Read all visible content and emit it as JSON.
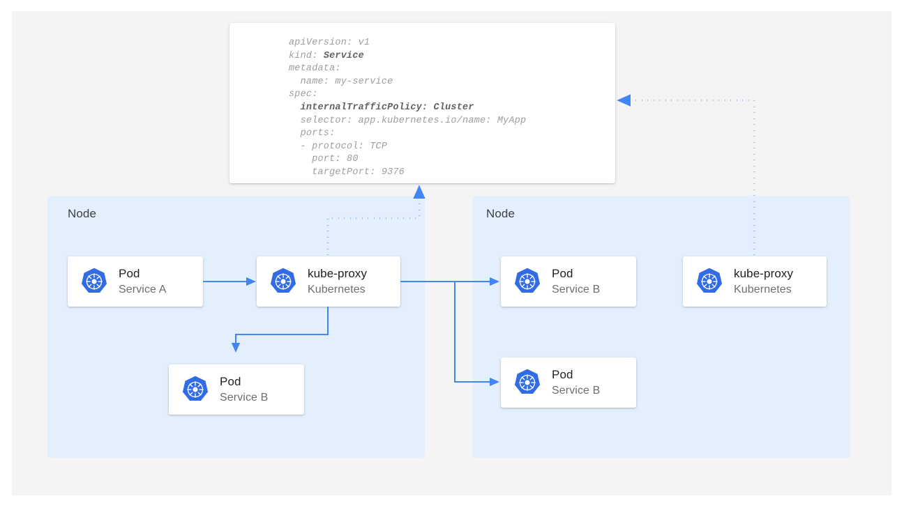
{
  "canvas": {
    "background_color": "#f4f4f4",
    "page_background": "#ffffff"
  },
  "colors": {
    "node_fill": "#e3effc",
    "card_fill": "#ffffff",
    "connector_blue": "#4285f4",
    "k8s_blue": "#326ce5",
    "title_text": "#202124",
    "subtitle_text": "#6e6e6e",
    "node_label_text": "#3c4043",
    "yaml_text": "#9e9e9e",
    "yaml_emphasis_text": "#5f6368"
  },
  "manifest": {
    "panel_name": "service-yaml-manifest",
    "lines": [
      {
        "text": "apiVersion: v1",
        "emphasis": false
      },
      {
        "text": "kind: ",
        "emphasis": false,
        "bold_tail": "Service"
      },
      {
        "text": "metadata:",
        "emphasis": false
      },
      {
        "text": "  name: my-service",
        "emphasis": false
      },
      {
        "text": "spec:",
        "emphasis": false
      },
      {
        "text": "  internalTrafficPolicy: Cluster",
        "emphasis": true
      },
      {
        "text": "  selector: app.kubernetes.io/name: MyApp",
        "emphasis": false
      },
      {
        "text": "  ports:",
        "emphasis": false
      },
      {
        "text": "  - protocol: TCP",
        "emphasis": false
      },
      {
        "text": "    port: 80",
        "emphasis": false
      },
      {
        "text": "    targetPort: 9376",
        "emphasis": false
      }
    ],
    "full_text": "apiVersion: v1\nkind: Service\nmetadata:\n  name: my-service\nspec:\n  internalTrafficPolicy: Cluster\n  selector: app.kubernetes.io/name: MyApp\n  ports:\n  - protocol: TCP\n    port: 80\n    targetPort: 9376",
    "api_version": "v1",
    "kind": "Service",
    "metadata_name": "my-service",
    "internal_traffic_policy": "Cluster",
    "selector": "app.kubernetes.io/name: MyApp",
    "protocol": "TCP",
    "port": "80",
    "target_port": "9376"
  },
  "nodes": [
    {
      "id": "node-left",
      "label": "Node",
      "cards": [
        {
          "id": "pod-service-a",
          "title": "Pod",
          "subtitle": "Service A"
        },
        {
          "id": "kube-proxy-left",
          "title": "kube-proxy",
          "subtitle": "Kubernetes"
        },
        {
          "id": "pod-service-b-left",
          "title": "Pod",
          "subtitle": "Service B"
        }
      ]
    },
    {
      "id": "node-right",
      "label": "Node",
      "cards": [
        {
          "id": "pod-service-b-right-top",
          "title": "Pod",
          "subtitle": "Service B"
        },
        {
          "id": "pod-service-b-right-bottom",
          "title": "Pod",
          "subtitle": "Service B"
        },
        {
          "id": "kube-proxy-right",
          "title": "kube-proxy",
          "subtitle": "Kubernetes"
        }
      ]
    }
  ],
  "icons": {
    "kubernetes": "kubernetes-helm-logo-icon"
  },
  "connectors": [
    {
      "id": "pod-a-to-kube-proxy",
      "style": "solid",
      "from": "pod-service-a",
      "to": "kube-proxy-left"
    },
    {
      "id": "kube-proxy-to-local-pod-b",
      "style": "solid",
      "from": "kube-proxy-left",
      "to": "pod-service-b-left"
    },
    {
      "id": "kube-proxy-to-remote-pod-b-top",
      "style": "solid",
      "from": "kube-proxy-left",
      "to": "pod-service-b-right-top"
    },
    {
      "id": "kube-proxy-to-remote-pod-b-bot",
      "style": "solid",
      "from": "kube-proxy-left",
      "to": "pod-service-b-right-bottom"
    },
    {
      "id": "kube-proxy-left-to-manifest",
      "style": "dotted",
      "from": "kube-proxy-left",
      "to": "service-yaml-manifest"
    },
    {
      "id": "kube-proxy-right-to-manifest",
      "style": "dotted",
      "from": "kube-proxy-right",
      "to": "service-yaml-manifest"
    }
  ]
}
